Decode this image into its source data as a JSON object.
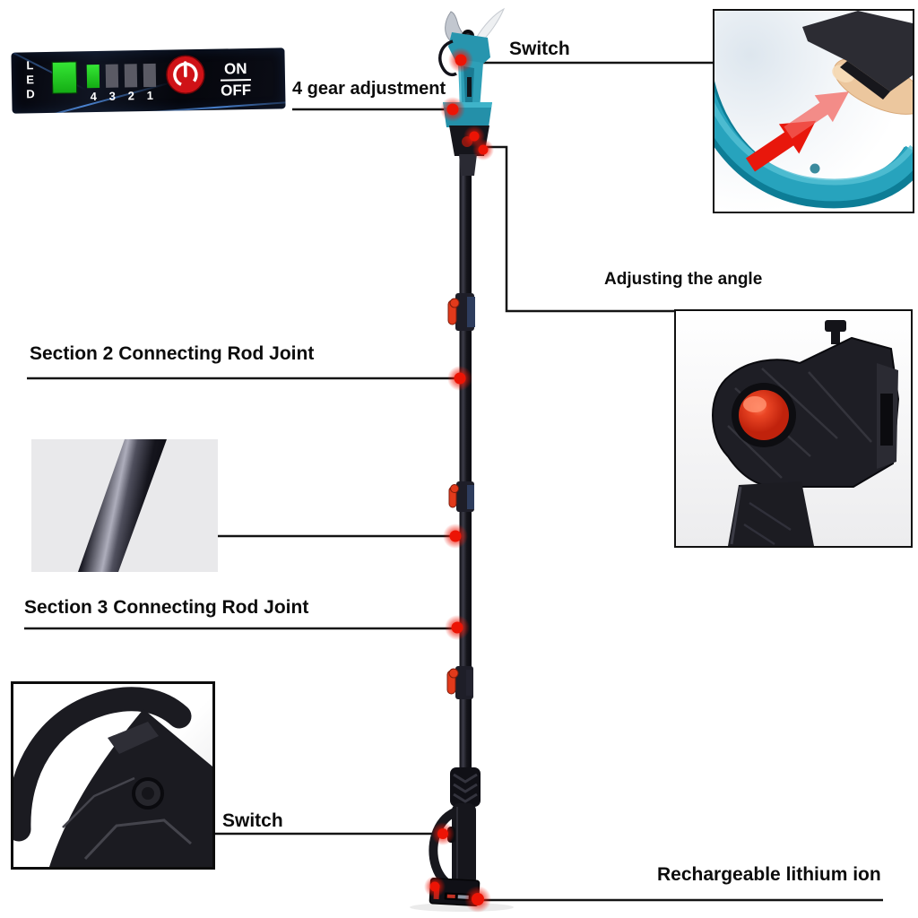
{
  "title": "Cordless electric pole pruning shears feature diagram",
  "colors": {
    "accent_teal": "#2a9db6",
    "marker_red": "#ec1405",
    "clamp_red": "#e23a1b",
    "led_green": "#25d825",
    "led_gray": "#5a5a64",
    "power_red": "#cf1217",
    "panel_bg": "#07070e",
    "callout_line": "#141414"
  },
  "led_panel": {
    "vertical_label": [
      "L",
      "E",
      "D"
    ],
    "gear_numbers": [
      "4",
      "3",
      "2",
      "1"
    ],
    "on": "ON",
    "off": "OFF"
  },
  "callouts": {
    "switch_top": "Switch",
    "gear_adjustment": "4 gear adjustment",
    "adjusting_angle": "Adjusting the angle",
    "section2_joint": "Section 2 Connecting Rod Joint",
    "section3_joint": "Section 3 Connecting Rod Joint",
    "switch_bottom": "Switch",
    "battery": "Rechargeable lithium ion"
  },
  "insets": {
    "trigger_closeup": "finger pressing trigger switch",
    "angle_joint_closeup": "angle adjustment joint with red button",
    "rod_closeup": "connecting rod pole section",
    "handle_closeup": "rear handle with switch button"
  }
}
